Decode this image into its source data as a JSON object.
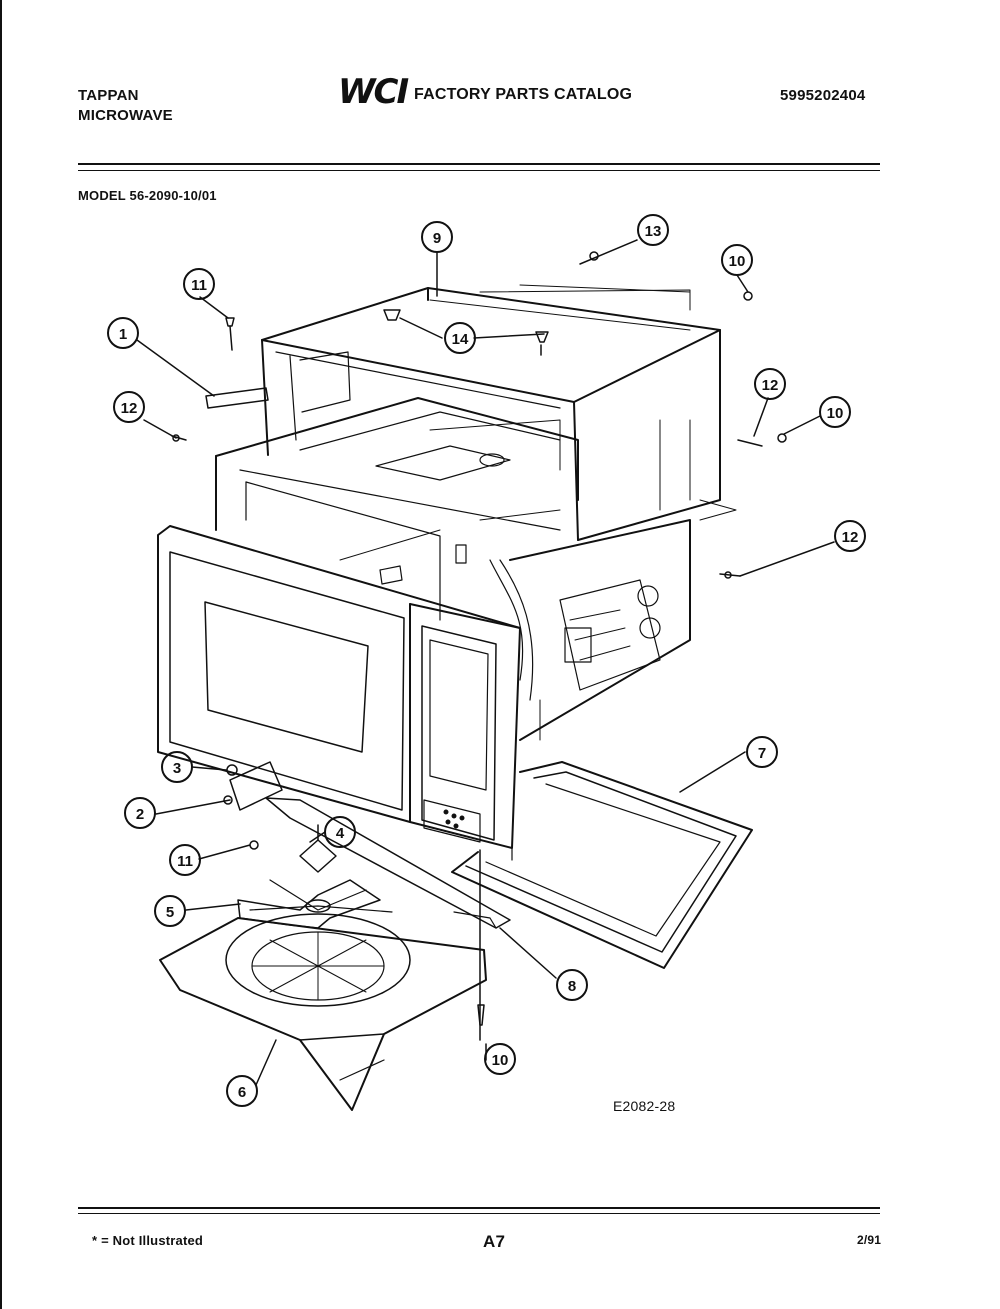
{
  "header": {
    "brand_line1": "TAPPAN",
    "brand_line2": "MICROWAVE",
    "logo": "WCI",
    "catalog_title": "FACTORY PARTS CATALOG",
    "catalog_number": "5995202404"
  },
  "model_label": "MODEL 56-2090-10/01",
  "drawing": {
    "callouts": [
      "1",
      "2",
      "3",
      "4",
      "5",
      "6",
      "7",
      "8",
      "9",
      "10",
      "11",
      "12",
      "13",
      "14"
    ],
    "code": "E2082-28"
  },
  "footer": {
    "note": "* = Not Illustrated",
    "page": "A7",
    "date": "2/91"
  }
}
